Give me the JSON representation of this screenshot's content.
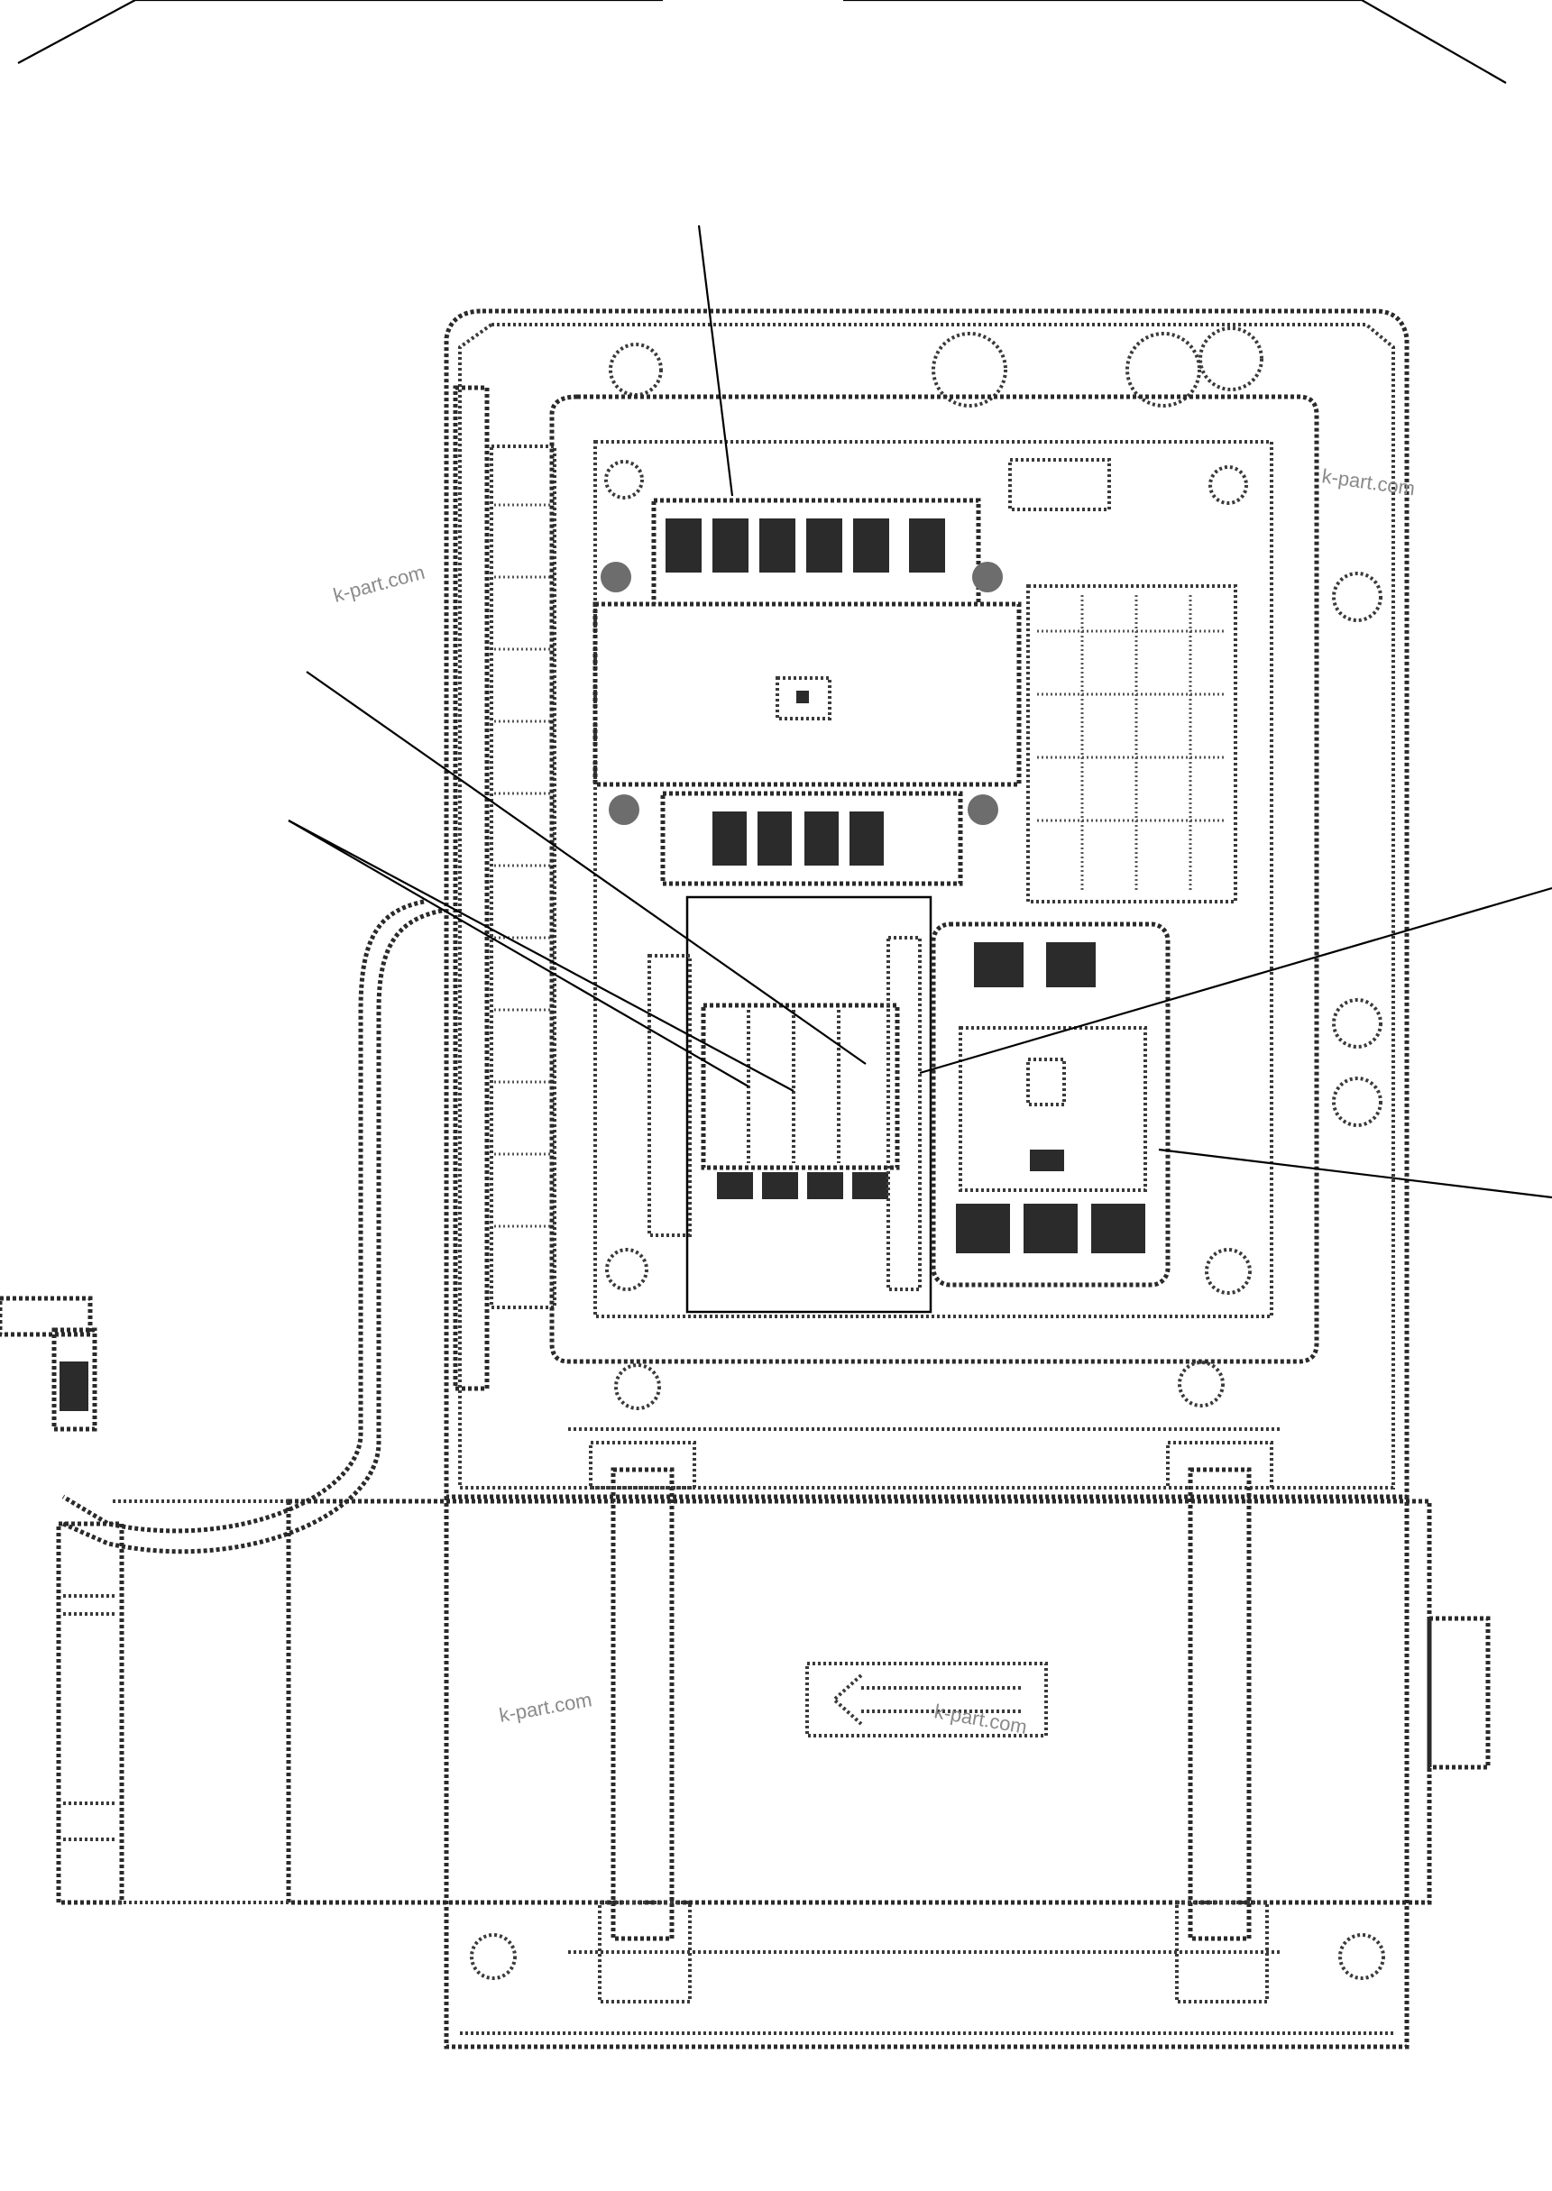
{
  "watermarks": [
    "k-part.com",
    "k-part.com",
    "k-part.com",
    "k-part.com"
  ],
  "colors": {
    "ink": "#2a2a2a",
    "leader": "#000000",
    "background": "#ffffff",
    "watermark": "#8a8a8a"
  }
}
